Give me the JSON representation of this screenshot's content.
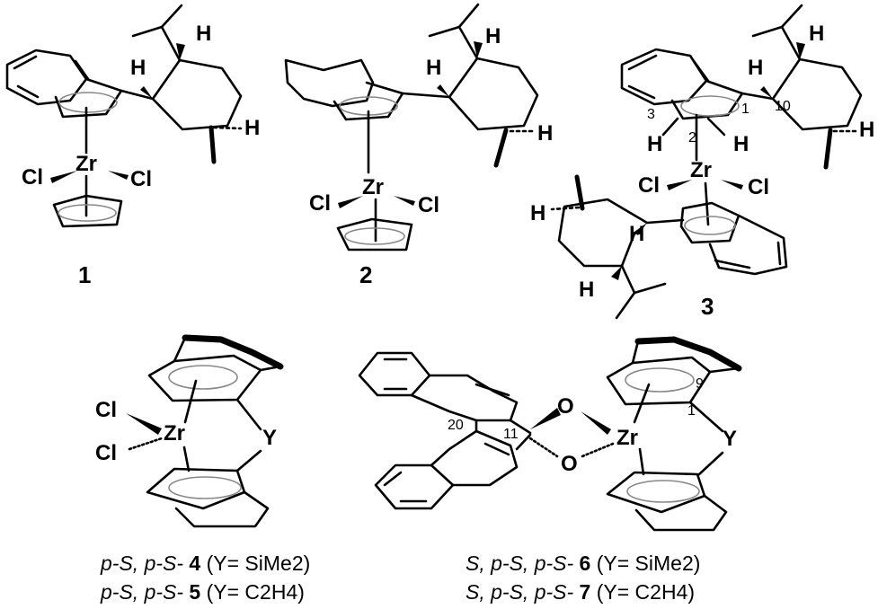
{
  "compounds": {
    "c1": {
      "number": "1",
      "metal": "Zr",
      "ligand_left": "Cl",
      "ligand_right": "Cl",
      "h_labels": [
        "H",
        "H",
        "H"
      ]
    },
    "c2": {
      "number": "2",
      "metal": "Zr",
      "ligand_left": "Cl",
      "ligand_right": "Cl",
      "h_labels": [
        "H",
        "H",
        "H"
      ]
    },
    "c3": {
      "number": "3",
      "metal": "Zr",
      "ligand_left": "Cl",
      "ligand_right": "Cl",
      "h_labels": [
        "H",
        "H",
        "H",
        "H",
        "H",
        "H",
        "H",
        "H"
      ],
      "locants": [
        "3",
        "2",
        "1",
        "10"
      ]
    },
    "c45": {
      "metal": "Zr",
      "ligand_top": "Cl",
      "ligand_bottom": "Cl",
      "bridge": "Y"
    },
    "c67": {
      "metal": "Zr",
      "oxygen_top": "O",
      "oxygen_bottom": "O",
      "bridge": "Y",
      "locants": [
        "20",
        "11",
        "9",
        "1"
      ]
    }
  },
  "captions": {
    "line4": {
      "prefix": "p-S, p-S-",
      "number": "4",
      "suffix": "(Y= SiMe2)"
    },
    "line5": {
      "prefix": "p-S, p-S-",
      "number": "5",
      "suffix": "(Y= C2H4)"
    },
    "line6": {
      "prefix": "S, p-S, p-S-",
      "number": "6",
      "suffix": "(Y= SiMe2)"
    },
    "line7": {
      "prefix": "S, p-S, p-S-",
      "number": "7",
      "suffix": "(Y= C2H4)"
    }
  }
}
